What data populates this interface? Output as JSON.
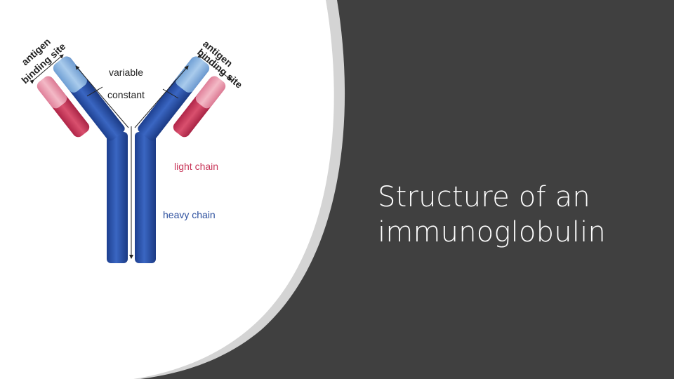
{
  "slide": {
    "title_lines": [
      "Structure of an",
      "immunoglobulin"
    ]
  },
  "diagram": {
    "labels": {
      "antigen_left": "antigen",
      "binding_site_left": "binding site",
      "antigen_right": "antigen",
      "binding_site_right": "binding site",
      "variable": "variable",
      "constant": "constant",
      "light_chain": "light chain",
      "heavy_chain": "heavy chain"
    }
  },
  "colors": {
    "background": "#404040",
    "panel": "#ffffff",
    "panel_edge": "#d4d4d4",
    "heavy_chain": "#2850a8",
    "heavy_chain_variable": "#8fb8e0",
    "light_chain": "#c8375a",
    "light_chain_variable": "#eba1b1",
    "light_chain_label": "#c8375a",
    "heavy_chain_label": "#2c4f9e"
  }
}
